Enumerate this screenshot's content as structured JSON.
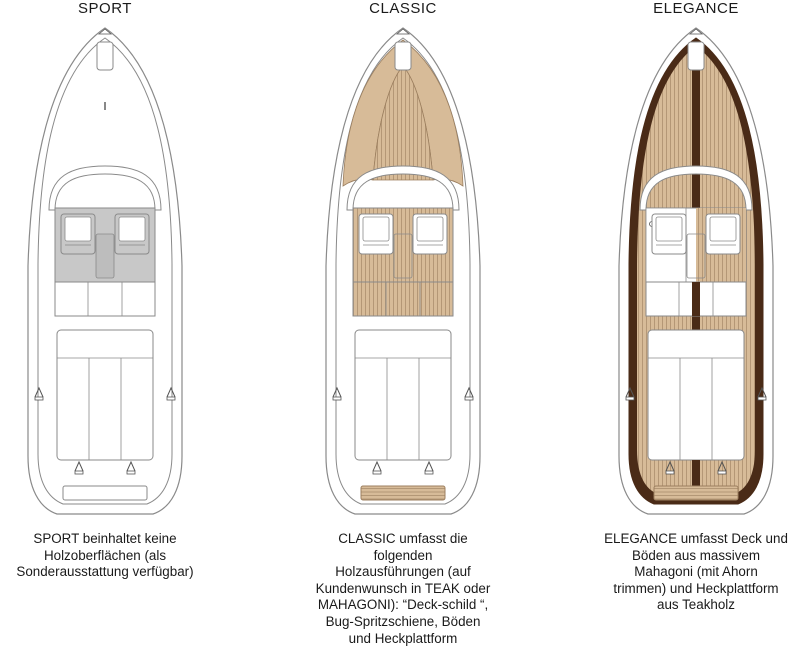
{
  "colors": {
    "outline": "#8a8a8a",
    "hull_fill": "#ffffff",
    "grey_floor": "#c8c8c8",
    "teak": "#d7bb98",
    "teak_line": "#9c7f5f",
    "mahogany": "#4a2b17"
  },
  "columns": [
    {
      "title": "SPORT",
      "variant": "sport",
      "caption_lines": [
        "SPORT beinhaltet keine",
        "Holzoberflächen (als",
        "Sonderausstattung verfügbar)"
      ]
    },
    {
      "title": "CLASSIC",
      "variant": "classic",
      "caption_lines": [
        "CLASSIC umfasst die",
        "folgenden",
        "Holzausführungen (auf",
        "Kundenwunsch in TEAK oder",
        "MAHAGONI):  “Deck-schild “,",
        "Bug-Spritzschiene, Böden",
        "und Heckplattform"
      ]
    },
    {
      "title": "ELEGANCE",
      "variant": "elegance",
      "caption_lines": [
        "ELEGANCE umfasst Deck und",
        "Böden aus massivem",
        "Mahagoni (mit Ahorn",
        "trimmen) und Heckplattform",
        "aus Teakholz"
      ]
    }
  ]
}
